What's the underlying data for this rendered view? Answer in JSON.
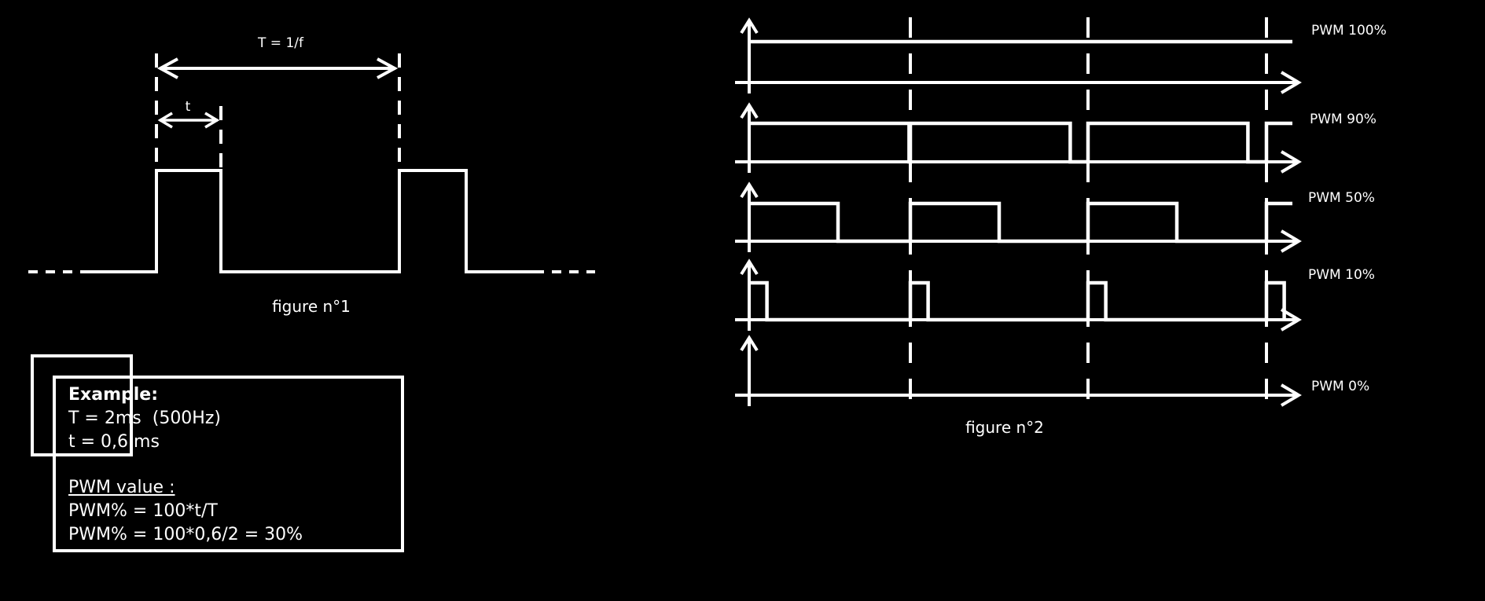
{
  "figure1": {
    "period_label": "T = 1/f",
    "pulse_label": "t",
    "caption": "figure n°1"
  },
  "example": {
    "title": "Example:",
    "period": "T = 2ms  (500Hz)",
    "pulse": "t = 0,6 ms",
    "pwm_heading": "PWM value :",
    "formula": "PWM% = 100*t/T",
    "calculation": "PWM% = 100*0,6/2 = 30%"
  },
  "figure2": {
    "caption": "figure n°2",
    "signals": [
      {
        "label": "PWM 100%",
        "duty": 1.0
      },
      {
        "label": "PWM 90%",
        "duty": 0.9
      },
      {
        "label": "PWM 50%",
        "duty": 0.5
      },
      {
        "label": "PWM 10%",
        "duty": 0.1
      },
      {
        "label": "PWM 0%",
        "duty": 0.0
      }
    ]
  },
  "colors": {
    "background": "#000000",
    "stroke": "#ffffff"
  }
}
